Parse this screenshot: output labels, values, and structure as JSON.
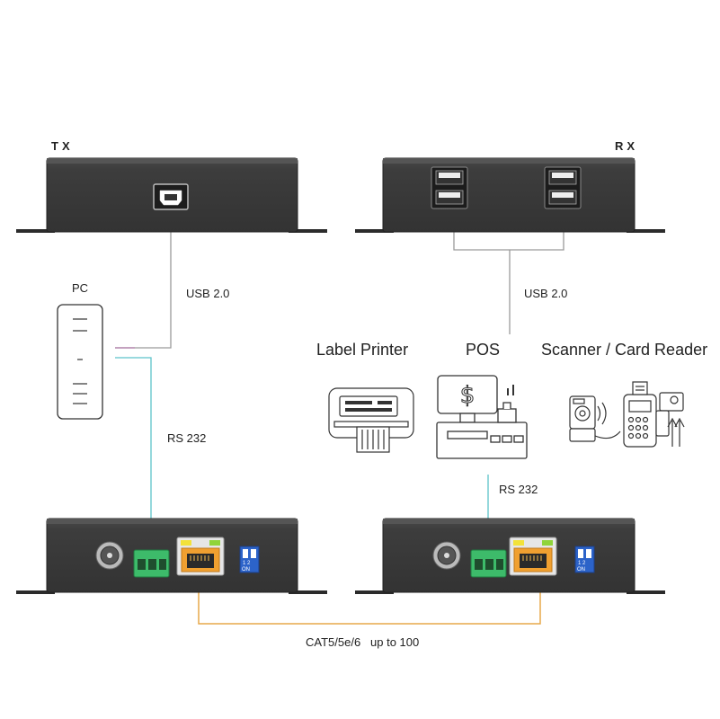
{
  "labels": {
    "tx": "TX",
    "rx": "RX",
    "pc": "PC",
    "usb_left": "USB 2.0",
    "usb_right": "USB 2.0",
    "rs232_left": "RS 232",
    "rs232_right": "RS 232",
    "label_printer": "Label Printer",
    "pos": "POS",
    "scanner": "Scanner / Card Reader",
    "cat": "CAT5/5e/6   up to 100",
    "dip_on_tx": "ON",
    "dip_on_rx": "ON",
    "dip_num_tx": "1 2",
    "dip_num_rx": "1 2"
  },
  "icons": [
    "usb-b-port-icon",
    "usb-a-port-icon",
    "dc-power-jack-icon",
    "terminal-block-icon",
    "rj45-port-icon",
    "dip-switch-icon",
    "pc-tower-icon",
    "label-printer-icon",
    "pos-terminal-icon",
    "scanner-card-reader-icon"
  ],
  "colors": {
    "device_body": "#3a3a3a",
    "device_dark": "#2b2b2b",
    "usb_line": "#9a9a9a",
    "usb_pc_line": "#b07aa8",
    "rs232_line": "#5cc2c9",
    "cat_line": "#e7a84a",
    "terminal_green": "#3dbb6a",
    "rj45_orange": "#f0a030",
    "led_yellow": "#f2e23a",
    "led_green": "#8fd43a",
    "dip_blue": "#2c63c9"
  }
}
